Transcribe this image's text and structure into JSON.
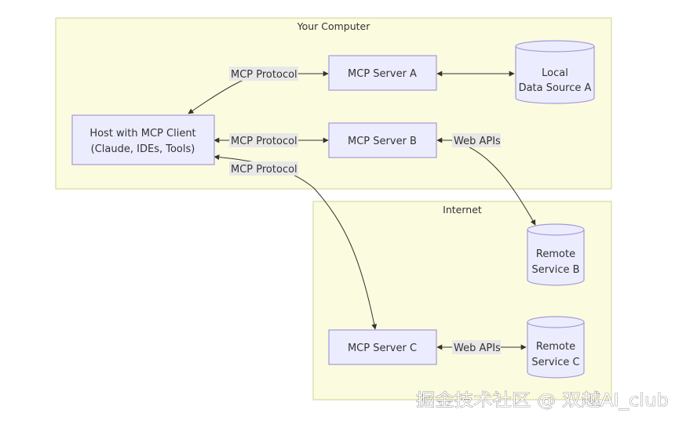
{
  "clusters": {
    "computer": "Your Computer",
    "internet": "Internet"
  },
  "nodes": {
    "host_line1": "Host with MCP Client",
    "host_line2": "(Claude, IDEs, Tools)",
    "server_a": "MCP Server A",
    "server_b": "MCP Server B",
    "server_c": "MCP Server C",
    "local_line1": "Local",
    "local_line2": "Data Source A",
    "remote_b_line1": "Remote",
    "remote_b_line2": "Service B",
    "remote_c_line1": "Remote",
    "remote_c_line2": "Service C"
  },
  "edge_labels": {
    "protocol_a": "MCP Protocol",
    "protocol_b": "MCP Protocol",
    "protocol_c": "MCP Protocol",
    "web_b": "Web APIs",
    "web_c": "Web APIs"
  },
  "watermark": "掘金技术社区 @ 双越AI_club",
  "colors": {
    "cluster_fill": "#fbfbdf",
    "cluster_stroke": "#cdd68c",
    "node_fill": "#ececff",
    "node_stroke": "#a69ad6",
    "edge": "#333333"
  }
}
